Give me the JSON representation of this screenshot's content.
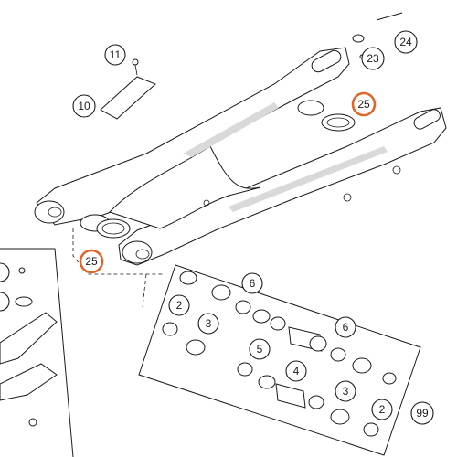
{
  "diagram": {
    "callouts": [
      {
        "id": "c11",
        "label": "11",
        "highlight": false
      },
      {
        "id": "c10",
        "label": "10",
        "highlight": false
      },
      {
        "id": "c23",
        "label": "23",
        "highlight": false
      },
      {
        "id": "c24",
        "label": "24",
        "highlight": false
      },
      {
        "id": "c25a",
        "label": "25",
        "highlight": true
      },
      {
        "id": "c25b",
        "label": "25",
        "highlight": true
      },
      {
        "id": "c6a",
        "label": "6",
        "highlight": false
      },
      {
        "id": "c2a",
        "label": "2",
        "highlight": false
      },
      {
        "id": "c3a",
        "label": "3",
        "highlight": false
      },
      {
        "id": "c6b",
        "label": "6",
        "highlight": false
      },
      {
        "id": "c5",
        "label": "5",
        "highlight": false
      },
      {
        "id": "c4",
        "label": "4",
        "highlight": false
      },
      {
        "id": "c3b",
        "label": "3",
        "highlight": false
      },
      {
        "id": "c2b",
        "label": "2",
        "highlight": false
      },
      {
        "id": "c99",
        "label": "99",
        "highlight": false
      }
    ],
    "highlight_color": "#e0662a"
  }
}
